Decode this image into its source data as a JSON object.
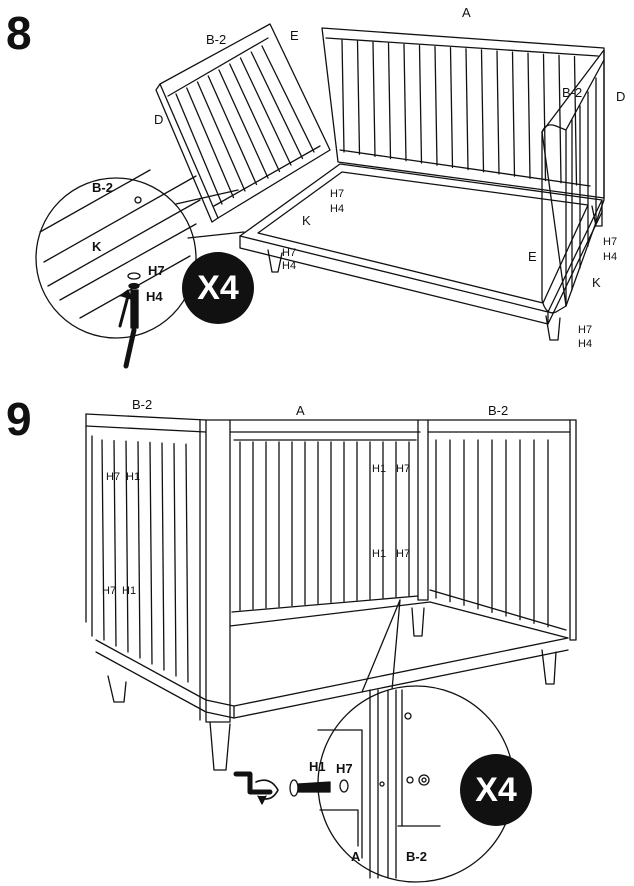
{
  "steps": [
    {
      "number": "8"
    },
    {
      "number": "9"
    }
  ],
  "step8": {
    "labels": {
      "A": "A",
      "B2_left": "B-2",
      "E_top": "E",
      "D_left": "D",
      "B2_right": "B-2",
      "D_right": "D",
      "K_left": "K",
      "K_right": "K",
      "E_right": "E",
      "H7_center": "H7",
      "H4_center": "H4",
      "H7_left": "H7",
      "H4_left": "H4",
      "H7_right": "H7",
      "H4_right": "H4",
      "H7_bottom": "H7",
      "H4_bottom": "H4"
    },
    "detail": {
      "B2": "B-2",
      "K": "K",
      "H7": "H7",
      "H4": "H4"
    },
    "badge": "X4"
  },
  "step9": {
    "labels": {
      "B2_left": "B-2",
      "A": "A",
      "B2_right": "B-2",
      "H7_a": "H7",
      "H1_a": "H1",
      "H1_b": "H1",
      "H7_b": "H7",
      "H1_c": "H1",
      "H7_c": "H7",
      "H7_d": "H7",
      "H1_d": "H1"
    },
    "detail": {
      "H1": "H1",
      "H7": "H7",
      "A": "A",
      "B2": "B-2"
    },
    "badge": "X4"
  },
  "colors": {
    "ink": "#111111",
    "paper": "#ffffff"
  }
}
